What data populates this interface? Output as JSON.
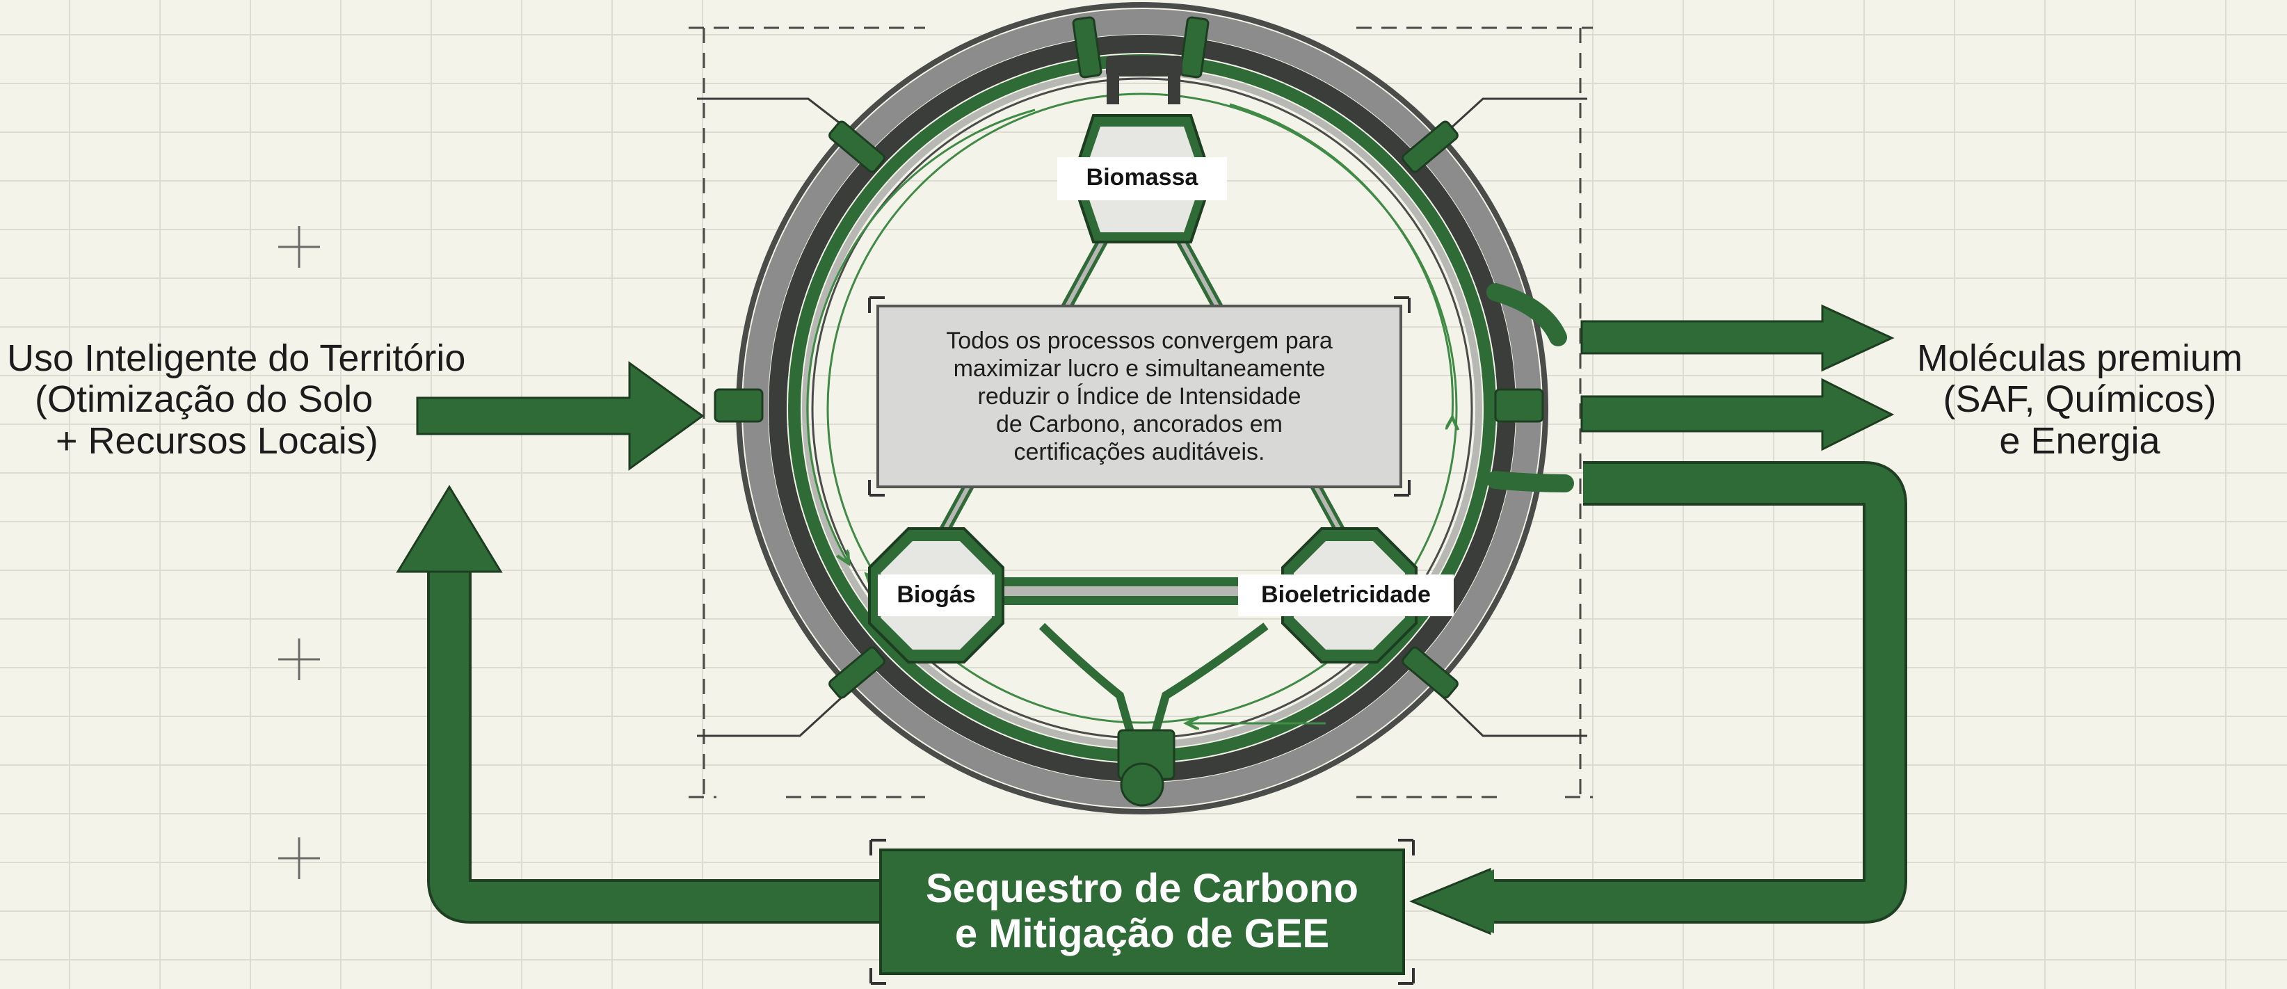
{
  "colors": {
    "background": "#f4f3ea",
    "grid_line": "#d9d9cf",
    "green_dark": "#2f6b37",
    "green_mid": "#3f8a45",
    "gray_ring": "#8c8c8c",
    "dark_ring": "#3a3d3a",
    "box_fill": "#d8d8d6"
  },
  "diagram": {
    "input_label": {
      "lines": [
        "Uso Inteligente do Território",
        "(Otimização do Solo",
        "+ Recursos Locais)"
      ]
    },
    "output_label": {
      "lines": [
        "Moléculas premium",
        "(SAF, Químicos)",
        "e Energia"
      ]
    },
    "nodes": {
      "biomassa": "Biomassa",
      "biogas": "Biogás",
      "bioeletricidade": "Bioeletricidade"
    },
    "center_box": {
      "lines": [
        "Todos os processos convergem para",
        "maximizar lucro e simultaneamente",
        "reduzir o Índice de Intensidade",
        "de Carbono, ancorados em",
        "certificações auditáveis."
      ]
    },
    "sequestration_box": {
      "lines": [
        "Sequestro de Carbono",
        "e Mitigação de GEE"
      ]
    },
    "icons": {
      "input_arrow": "arrow-right-icon",
      "output_arrows": "arrow-right-icon",
      "return_arrow": "arrow-left-icon",
      "up_arrow": "arrow-up-icon"
    }
  }
}
